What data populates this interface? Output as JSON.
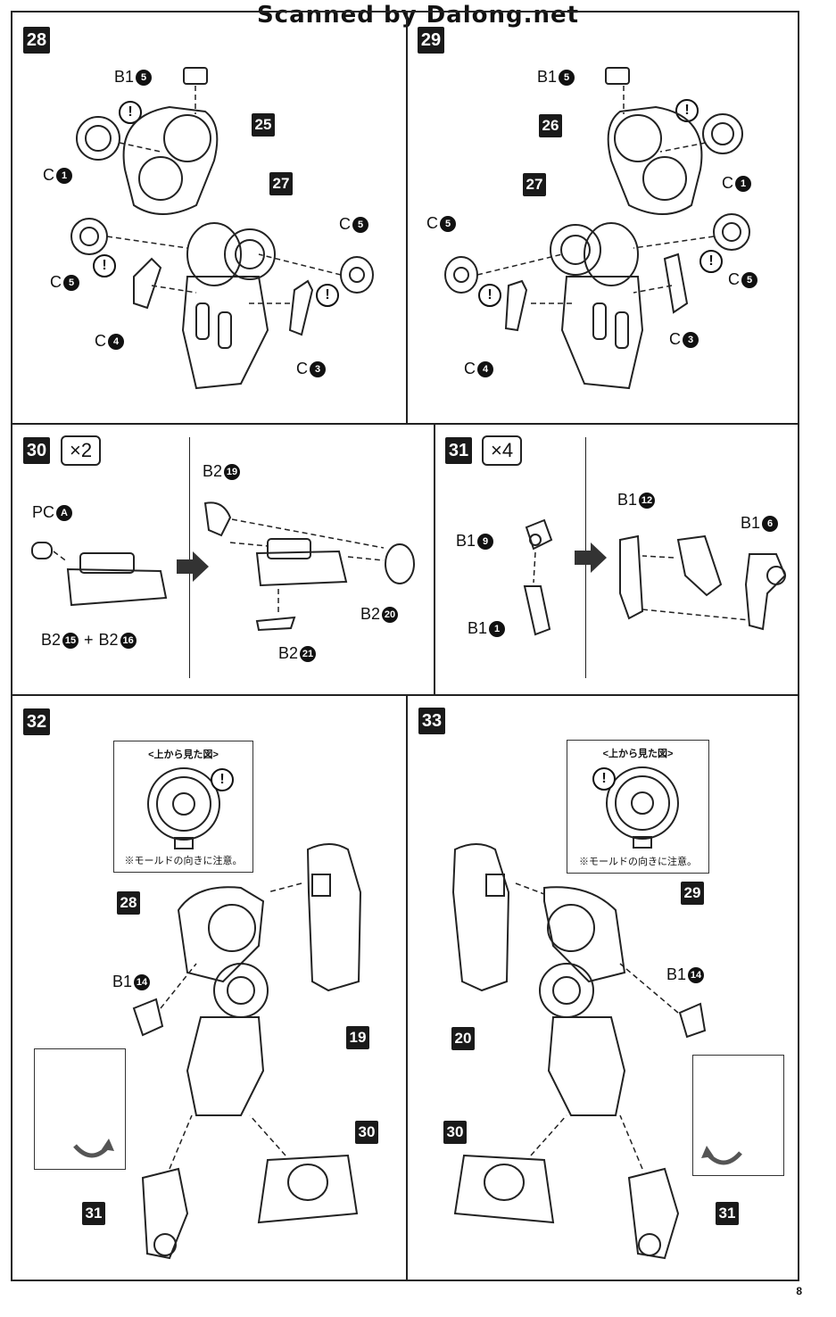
{
  "header": {
    "watermark": "Scanned by Dalong.net"
  },
  "page_number": "8",
  "steps": {
    "s28": {
      "number": "28",
      "labels": {
        "b1_5": "B1",
        "n5": "5",
        "c1": "C",
        "n1": "1",
        "c5_left": "C",
        "n5b": "5",
        "c4": "C",
        "n4": "4",
        "c3": "C",
        "n3": "3",
        "c5_right": "C",
        "n5c": "5"
      },
      "refs": {
        "r25": "25",
        "r27": "27"
      }
    },
    "s29": {
      "number": "29",
      "labels": {
        "b1_5": "B1",
        "n5": "5",
        "c1": "C",
        "n1": "1",
        "c5_right": "C",
        "n5b": "5",
        "c3": "C",
        "n3": "3",
        "c4": "C",
        "n4": "4",
        "c5_left": "C",
        "n5c": "5"
      },
      "refs": {
        "r26": "26",
        "r27": "27"
      }
    },
    "s30": {
      "number": "30",
      "multiplier": "×2",
      "labels": {
        "pc": "PC",
        "pcA": "A",
        "b2a": "B2",
        "n15": "15",
        "plus": "+",
        "b2b": "B2",
        "n16": "16",
        "b2c": "B2",
        "n19": "19",
        "b2d": "B2",
        "n20": "20",
        "b2e": "B2",
        "n21": "21"
      }
    },
    "s31": {
      "number": "31",
      "multiplier": "×4",
      "labels": {
        "b1a": "B1",
        "n9": "9",
        "b1b": "B1",
        "n1": "1",
        "b1c": "B1",
        "n12": "12",
        "b1d": "B1",
        "n6": "6"
      }
    },
    "s32": {
      "number": "32",
      "callout_title": "<上から見た図>",
      "callout_note": "※モールドの向きに注意。",
      "labels": {
        "b1": "B1",
        "n14": "14"
      },
      "refs": {
        "r28": "28",
        "r19": "19",
        "r30": "30",
        "r31": "31"
      }
    },
    "s33": {
      "number": "33",
      "callout_title": "<上から見た図>",
      "callout_note": "※モールドの向きに注意。",
      "labels": {
        "b1": "B1",
        "n14": "14"
      },
      "refs": {
        "r29": "29",
        "r20": "20",
        "r30": "30",
        "r31": "31"
      }
    }
  },
  "icons": {
    "warning": "!",
    "arrow": "right-arrow-icon",
    "rotate": "rotate-arrow-icon"
  }
}
